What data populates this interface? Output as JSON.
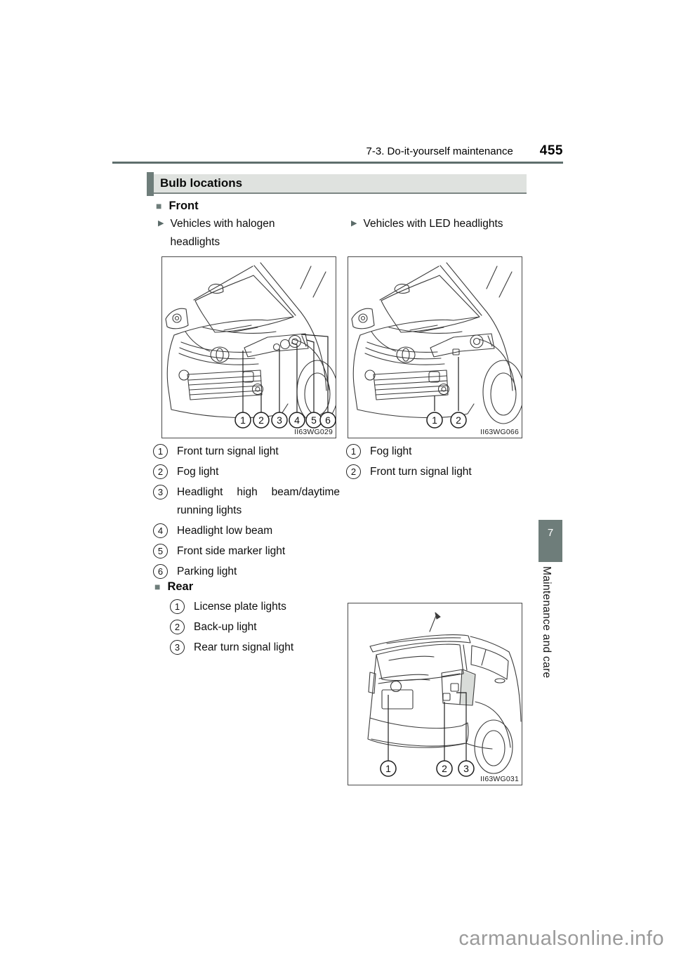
{
  "header": {
    "section_title": "7-3. Do-it-yourself maintenance",
    "page_number": "455"
  },
  "banner": {
    "title": "Bulb locations"
  },
  "icons": {
    "square_bullet": "■",
    "triangle_bullet": "▶"
  },
  "front": {
    "heading": "Front",
    "halogen": {
      "variant_label": "Vehicles with halogen headlights",
      "figure_code": "II63WG029",
      "items": [
        {
          "num": "1",
          "label": "Front turn signal light"
        },
        {
          "num": "2",
          "label": "Fog light"
        },
        {
          "num": "3",
          "label": "Headlight high beam/daytime running lights"
        },
        {
          "num": "4",
          "label": "Headlight low beam"
        },
        {
          "num": "5",
          "label": "Front side marker light"
        },
        {
          "num": "6",
          "label": "Parking light"
        }
      ]
    },
    "led": {
      "variant_label": "Vehicles with LED headlights",
      "figure_code": "II63WG066",
      "items": [
        {
          "num": "1",
          "label": "Fog light"
        },
        {
          "num": "2",
          "label": "Front turn signal light"
        }
      ]
    }
  },
  "rear": {
    "heading": "Rear",
    "figure_code": "II63WG031",
    "items": [
      {
        "num": "1",
        "label": "License plate lights"
      },
      {
        "num": "2",
        "label": "Back-up light"
      },
      {
        "num": "3",
        "label": "Rear turn signal light"
      }
    ]
  },
  "sidebar": {
    "chapter_number": "7",
    "chapter_title": "Maintenance and care"
  },
  "watermark": "carmanualsonline.info",
  "colors": {
    "accent": "#6e7d7a",
    "banner_bg": "#dfe2df",
    "rule": "#5e6e6c",
    "watermark": "#9a9a9a"
  }
}
